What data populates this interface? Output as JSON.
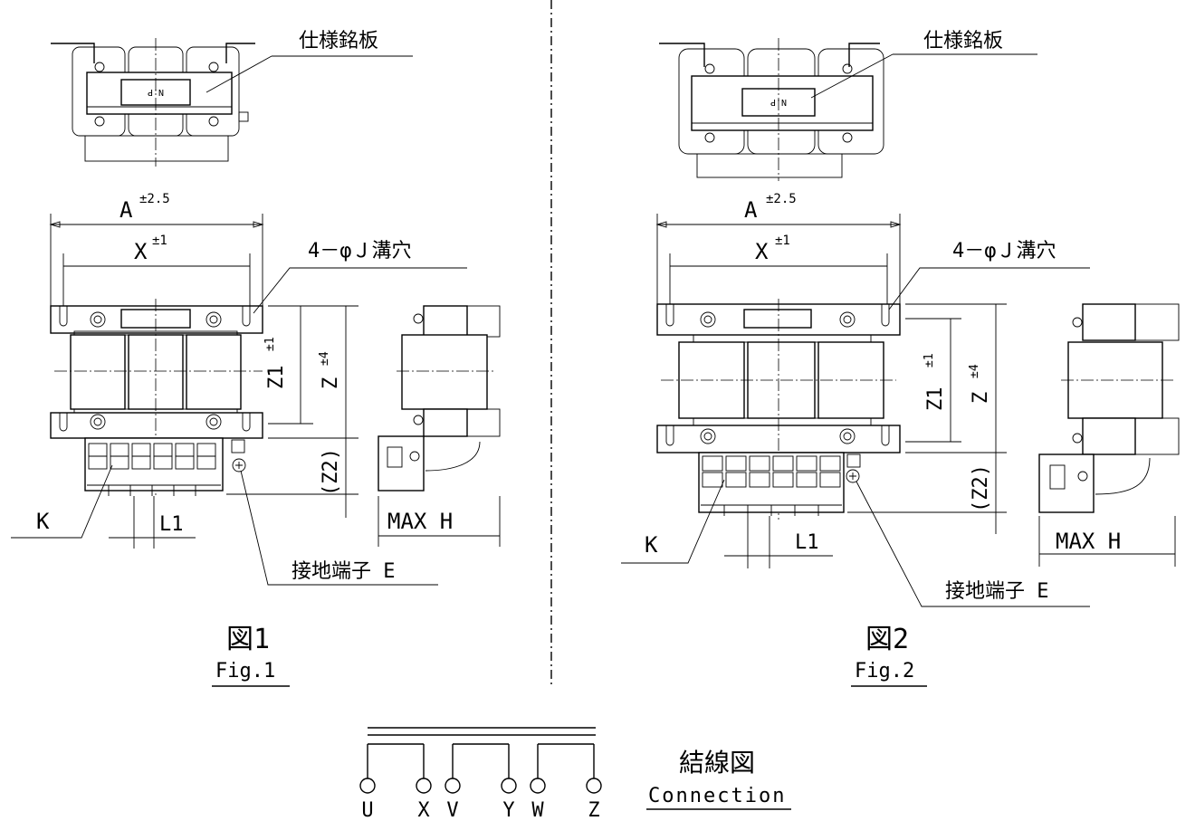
{
  "figure1": {
    "nameplate_label": "仕様銘板",
    "nameplate_mark": "N.P",
    "dim_A": "A",
    "tol_A": "±2.5",
    "dim_X": "X",
    "tol_X": "±1",
    "hole_label": "4－φＪ溝穴",
    "dim_Z1": "Z1",
    "tol_Z1": "±1",
    "dim_Z": "Z",
    "tol_Z": "±4",
    "dim_Z2": "(Z2)",
    "label_K": "K",
    "dim_L1": "L1",
    "dim_maxH": "MAX H",
    "ground_label": "接地端子 E",
    "caption_jp": "図1",
    "caption_en": "Fig.1"
  },
  "figure2": {
    "nameplate_label": "仕様銘板",
    "nameplate_mark": "N.P",
    "dim_A": "A",
    "tol_A": "±2.5",
    "dim_X": "X",
    "tol_X": "±1",
    "hole_label": "4－φＪ溝穴",
    "dim_Z1": "Z1",
    "tol_Z1": "±1",
    "dim_Z": "Z",
    "tol_Z": "±4",
    "dim_Z2": "(Z2)",
    "label_K": "K",
    "dim_L1": "L1",
    "dim_maxH": "MAX H",
    "ground_label": "接地端子 E",
    "caption_jp": "図2",
    "caption_en": "Fig.2"
  },
  "connection": {
    "title_jp": "結線図",
    "title_en": "Connection",
    "terminals": [
      "U",
      "X",
      "V",
      "Y",
      "W",
      "Z"
    ]
  }
}
